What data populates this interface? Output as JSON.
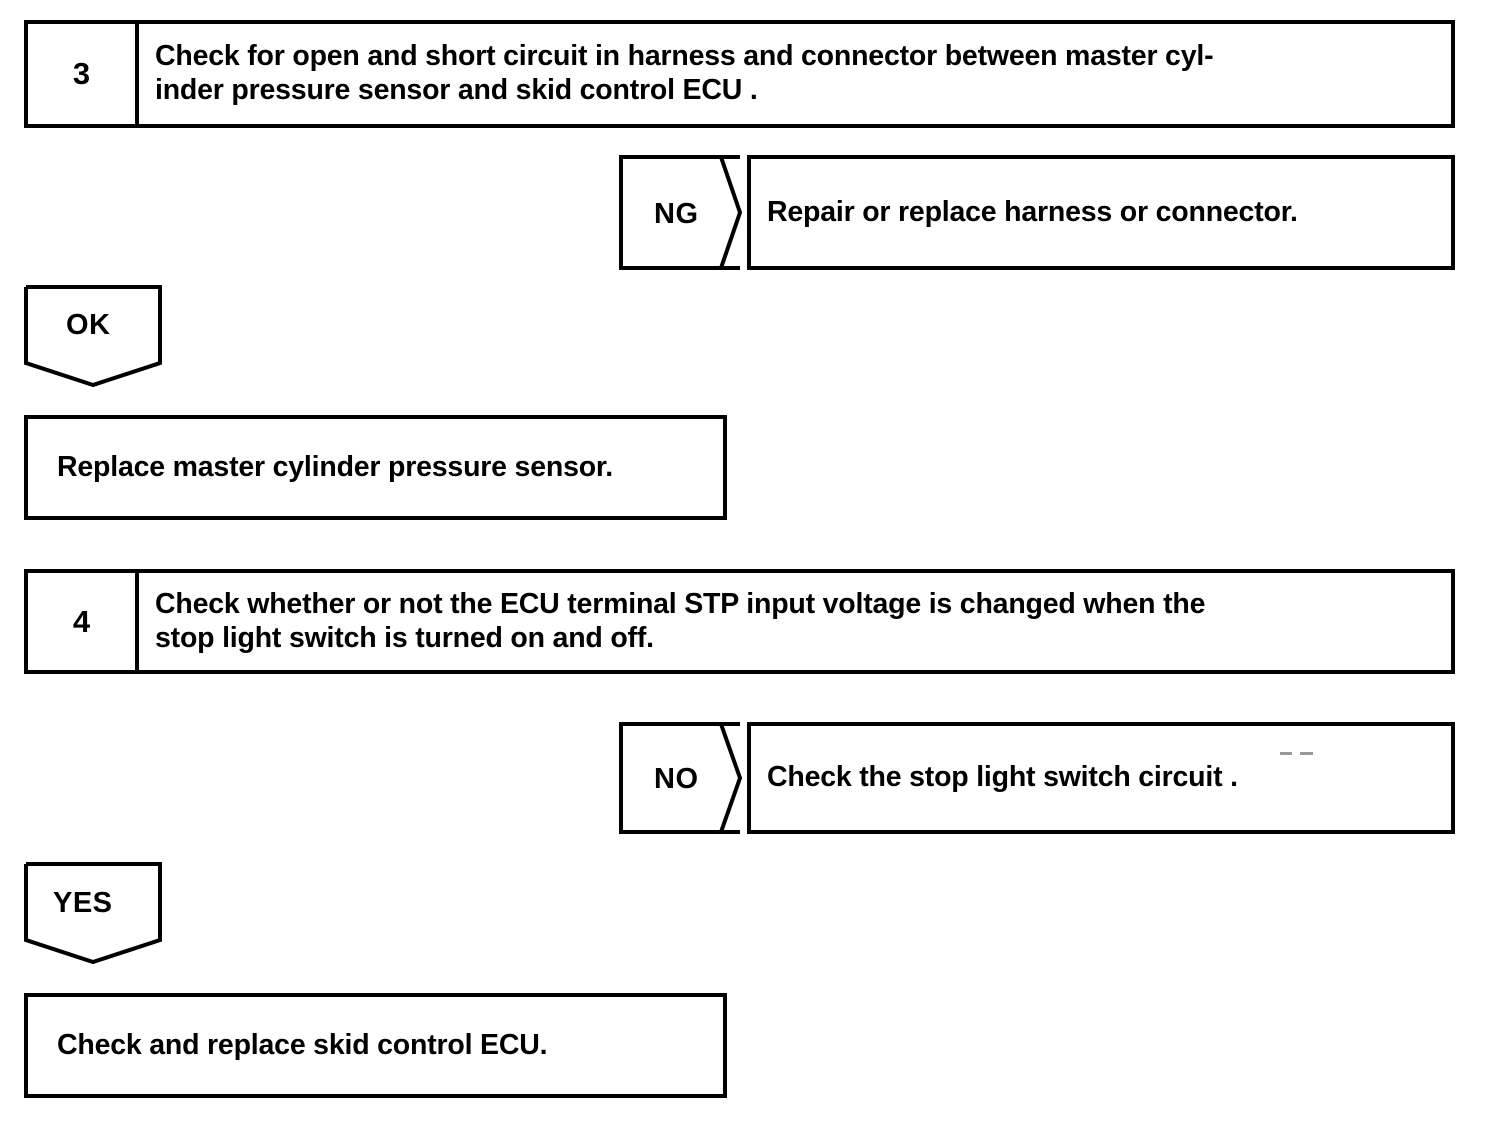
{
  "document": {
    "type": "diagnostic-flowchart",
    "colors": {
      "line": "#000000",
      "background": "#ffffff",
      "text": "#000000"
    }
  },
  "steps": [
    {
      "number": "3",
      "instruction": "Check for open and short circuit in harness and connector between master cyl-\ninder pressure sensor and skid control ECU ."
    },
    {
      "number": "4",
      "instruction": "Check whether or not the ECU terminal STP input voltage is changed when the\nstop light switch is turned on and off."
    }
  ],
  "branches": [
    {
      "label": "NG",
      "direction": "right",
      "result": "Repair or replace harness or connector."
    },
    {
      "label": "OK",
      "direction": "down",
      "result": "Replace master cylinder pressure sensor."
    },
    {
      "label": "NO",
      "direction": "right",
      "result": "Check the stop light switch circuit ."
    },
    {
      "label": "YES",
      "direction": "down",
      "result": "Check and replace skid control ECU."
    }
  ]
}
